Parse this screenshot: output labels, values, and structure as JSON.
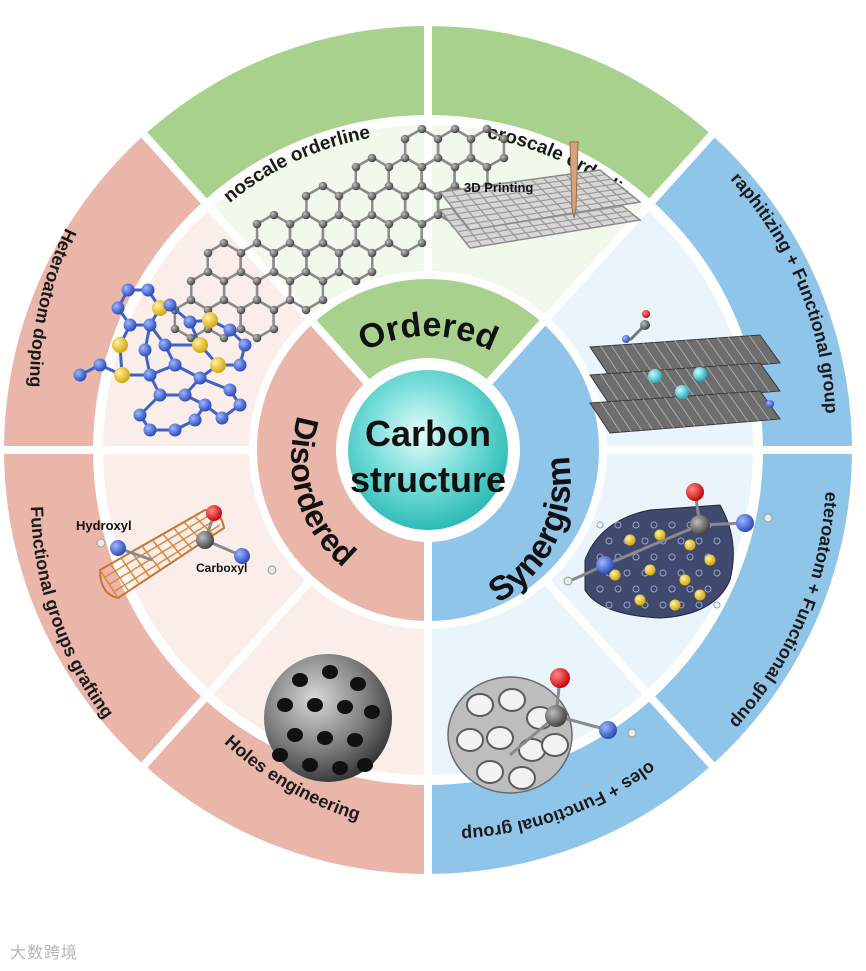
{
  "center": {
    "line1": "Carbon",
    "line2": "structure"
  },
  "categories": {
    "ordered": "Ordered",
    "disordered": "Disordered",
    "synergism": "Synergism"
  },
  "segments": {
    "nanoscale": "Nanoscale orderliness",
    "macroscale": "Macroscale orderliness",
    "graphitizing": "Graphitizing + Functional groups",
    "heteroatom_functional": "Heteroatom + Functional groups",
    "holes_functional": "Holes + Functional groups",
    "holes_engineering": "Holes engineering",
    "functional_grafting": "Functional groups grafting",
    "heteroatom_doping": "Heteroatom doping"
  },
  "inner_labels": {
    "printing": "3D Printing",
    "hydroxyl": "Hydroxyl",
    "carboxyl": "Carboxyl"
  },
  "watermark": "大数跨境",
  "colors": {
    "ordered": "#a9d18e",
    "ordered_light": "#e3f1da",
    "ordered_pale": "#f1f8ec",
    "disordered": "#eab6aa",
    "disordered_light": "#f6dcd5",
    "disordered_pale": "#fbeeea",
    "synergism": "#90c5ea",
    "synergism_light": "#d3e8f6",
    "synergism_pale": "#eaf4fb",
    "center": "#36c9c3"
  }
}
